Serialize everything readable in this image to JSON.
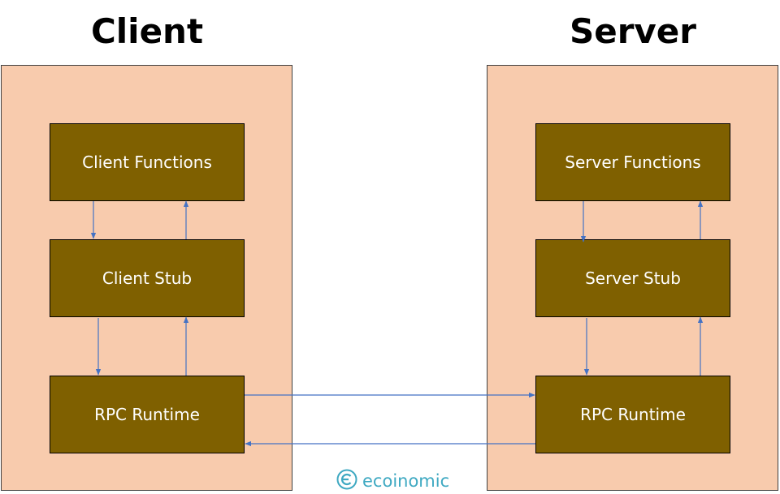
{
  "client": {
    "title": "Client",
    "functions": "Client Functions",
    "stub": "Client Stub",
    "runtime": "RPC Runtime"
  },
  "server": {
    "title": "Server",
    "functions": "Server Functions",
    "stub": "Server Stub",
    "runtime": "RPC Runtime"
  },
  "watermark": {
    "text": "ecoinomic",
    "icon": "ecoinomic-logo-icon"
  },
  "colors": {
    "panel": "#f8cbad",
    "box": "#7f6000",
    "arrow": "#4472c4",
    "watermark": "#3fa9c2"
  }
}
